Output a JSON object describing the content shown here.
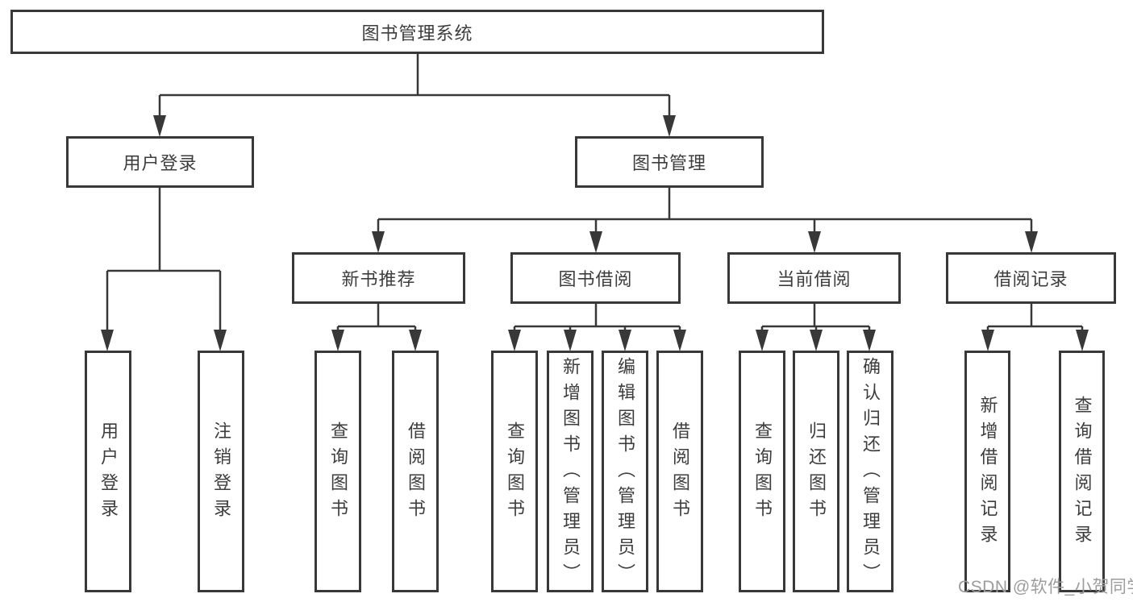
{
  "title": "图书管理系统",
  "nodes": {
    "root": "图书管理系统",
    "user_login": "用户登录",
    "book_management": "图书管理",
    "new_book_recommend": "新书推荐",
    "book_borrow": "图书借阅",
    "current_borrow": "当前借阅",
    "borrow_records": "借阅记录",
    "ul_user_login": "用户登录",
    "ul_logout": "注销登录",
    "nb_query_books": "查询图书",
    "nb_borrow_books": "借阅图书",
    "bb_query_books": "查询图书",
    "bb_add_books_admin": "新增图书（管理员）",
    "bb_edit_books_admin": "编辑图书（管理员）",
    "bb_borrow_books": "借阅图书",
    "cb_query_books": "查询图书",
    "cb_return_books": "归还图书",
    "cb_confirm_return_admin": "确认归还（管理员）",
    "br_add_record": "新增借阅记录",
    "br_query_record": "查询借阅记录"
  },
  "watermark": "CSDN @软件_小贺同学",
  "colors": {
    "line": "#383838",
    "box_border": "#383838",
    "text": "#3d3d3d",
    "watermark": "#9c9c9c",
    "background": "#ffffff"
  }
}
